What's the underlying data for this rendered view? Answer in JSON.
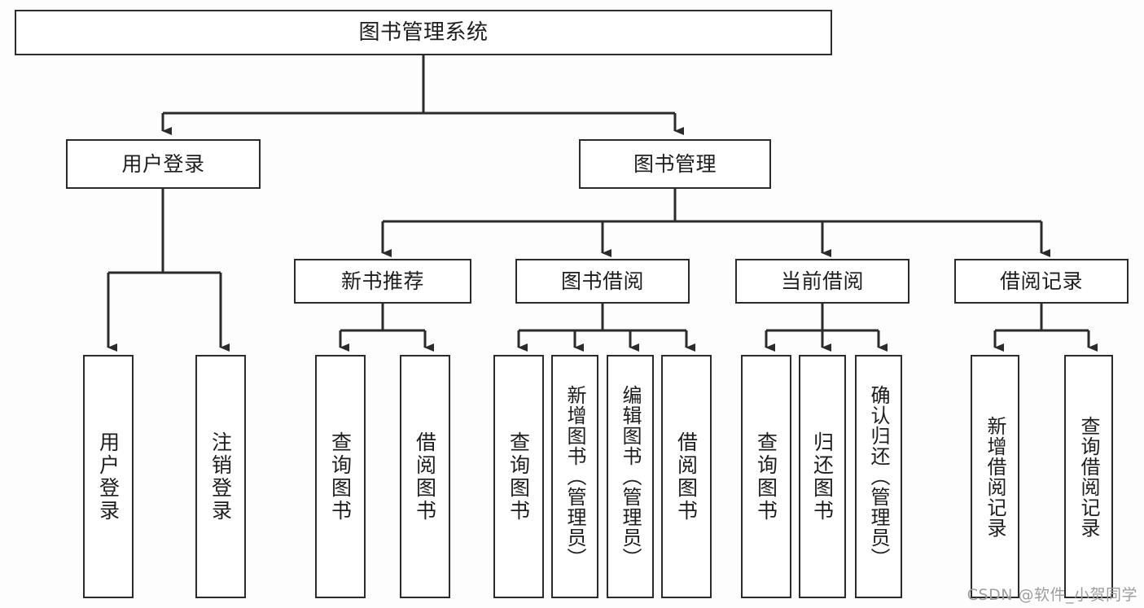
{
  "diagram": {
    "title": "图书管理系统",
    "type": "function-structure-tree",
    "root": {
      "label": "图书管理系统"
    },
    "level1": [
      {
        "label": "用户登录"
      },
      {
        "label": "图书管理"
      }
    ],
    "level2": [
      {
        "label": "新书推荐"
      },
      {
        "label": "图书借阅"
      },
      {
        "label": "当前借阅"
      },
      {
        "label": "借阅记录"
      }
    ],
    "leaves": {
      "user_login": [
        {
          "label": "用户登录"
        },
        {
          "label": "注销登录"
        }
      ],
      "new_book_recommend": [
        {
          "label": "查询图书"
        },
        {
          "label": "借阅图书"
        }
      ],
      "book_borrow": [
        {
          "label": "查询图书"
        },
        {
          "label": "新增图书（管理员）"
        },
        {
          "label": "编辑图书（管理员）"
        },
        {
          "label": "借阅图书"
        }
      ],
      "current_borrow": [
        {
          "label": "查询图书"
        },
        {
          "label": "归还图书"
        },
        {
          "label": "确认归还（管理员）"
        }
      ],
      "borrow_record": [
        {
          "label": "新增借阅记录"
        },
        {
          "label": "查询借阅记录"
        }
      ]
    }
  },
  "watermark": {
    "text": "CSDN @软件_小贺同学"
  },
  "colors": {
    "background": "#fdfdfd",
    "box_fill": "#ffffff",
    "box_stroke": "#2b2b2b",
    "text": "#1d1d1d",
    "connector": "#2b2b2b",
    "watermark": "#9d9d9d"
  }
}
